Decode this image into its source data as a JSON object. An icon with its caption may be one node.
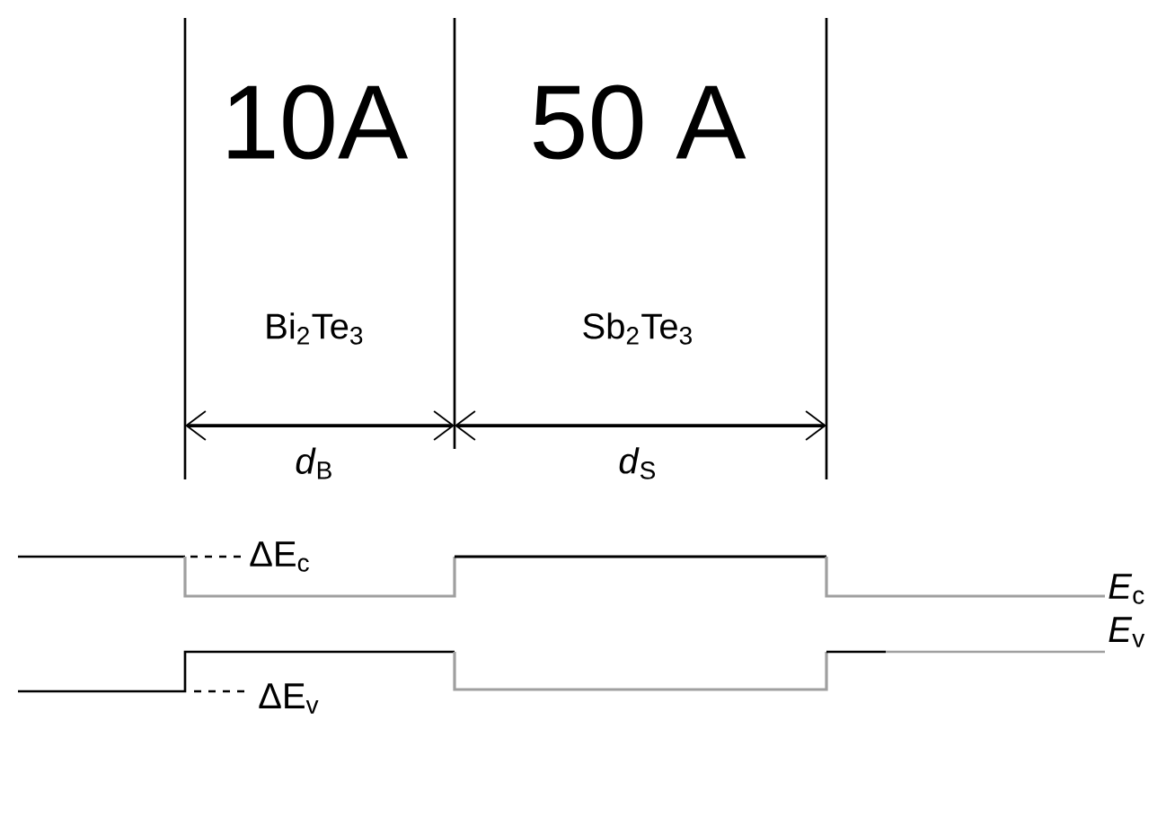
{
  "diagram": {
    "labels": [
      "10A",
      "50 A",
      "Bi$_{2}$Te$_{3}$",
      "Sb$_{2}$Te$_{3}$",
      "*d*$_{B}$",
      "*d*$_{S}$",
      "ΔE$_{c}$",
      "*E*$_{c}$",
      "ΔE$_{v}$",
      "*E*$_{v}$"
    ]
  }
}
